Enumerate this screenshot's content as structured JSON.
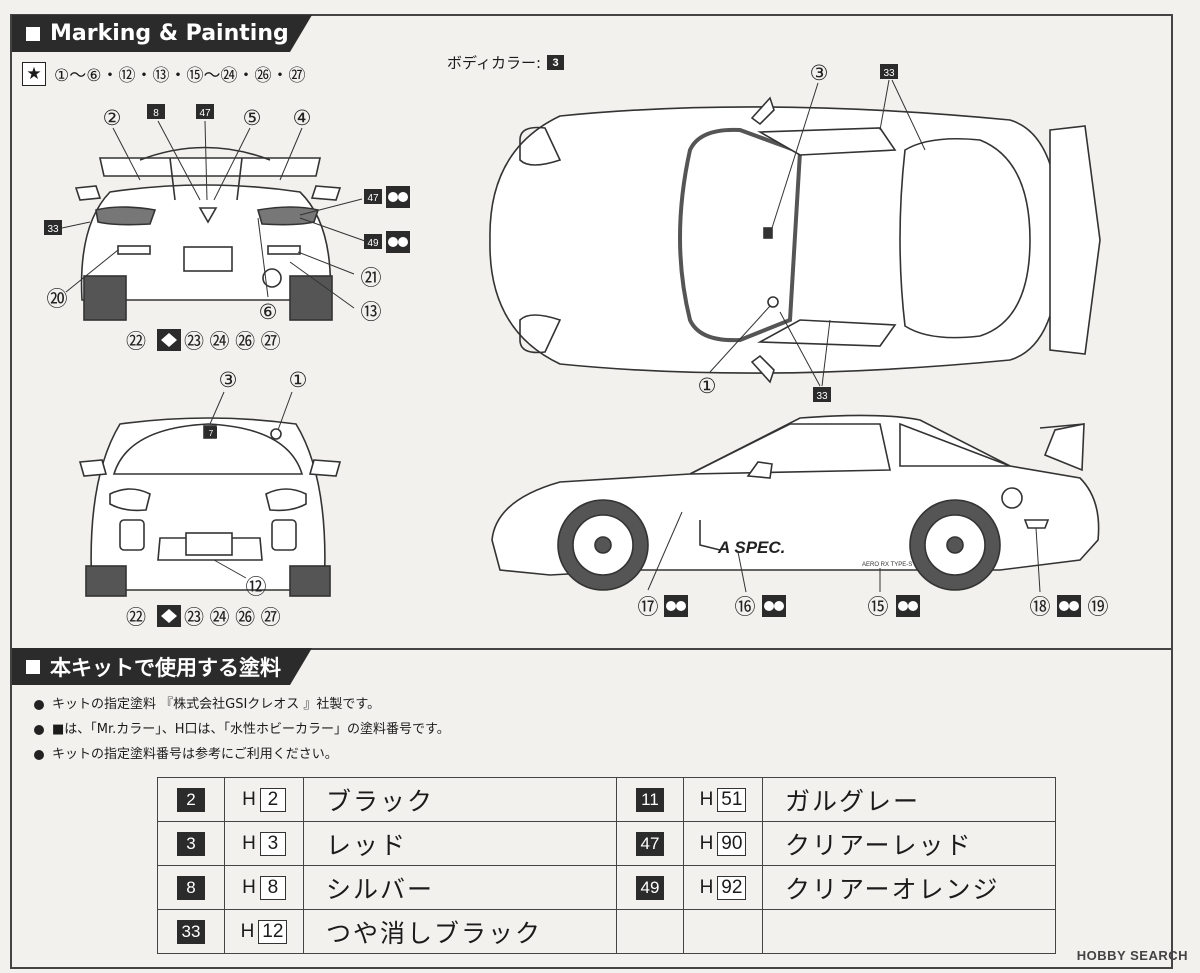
{
  "section_marking": {
    "title": "Marking & Painting"
  },
  "decals_used": "①～⑥・⑫・⑬・⑮～㉔・㉖・㉗",
  "body_color": {
    "label": "ボディカラー:",
    "paint": "3"
  },
  "rear_view": {
    "callouts": [
      "②",
      "⑤",
      "④",
      "⑳",
      "㉑",
      "⑥",
      "⑬"
    ],
    "paint_refs": [
      "8",
      "47",
      "33",
      "47",
      "49"
    ],
    "sequence": [
      "㉒",
      "㉓",
      "㉔",
      "㉖",
      "㉗"
    ]
  },
  "front_view": {
    "callouts": [
      "③",
      "①",
      "⑫"
    ],
    "paint_ref": "7",
    "sequence": [
      "㉒",
      "㉓",
      "㉔",
      "㉖",
      "㉗"
    ]
  },
  "top_view": {
    "callouts": [
      "③",
      "①"
    ],
    "paint_refs": [
      "33",
      "33"
    ]
  },
  "side_view": {
    "callouts": [
      "⑰",
      "⑯",
      "⑮",
      "⑱",
      "⑲"
    ],
    "door_text": "A SPEC.",
    "skirt_text": "AERO RX TYPE-S"
  },
  "section_paint": {
    "title": "本キットで使用する塗料"
  },
  "notes": [
    "キットの指定塗料 『株式会社GSIクレオス 』社製です。",
    "■は、「Mr.カラー」、H口は、「水性ホビーカラー」の塗料番号です。",
    "キットの指定塗料番号は参考にご利用ください。"
  ],
  "paint_table": [
    {
      "left": {
        "code": "2",
        "h": "2",
        "name": "ブラック"
      },
      "right": {
        "code": "11",
        "h": "51",
        "name": "ガルグレー"
      }
    },
    {
      "left": {
        "code": "3",
        "h": "3",
        "name": "レッド"
      },
      "right": {
        "code": "47",
        "h": "90",
        "name": "クリアーレッド"
      }
    },
    {
      "left": {
        "code": "8",
        "h": "8",
        "name": "シルバー"
      },
      "right": {
        "code": "49",
        "h": "92",
        "name": "クリアーオレンジ"
      }
    },
    {
      "left": {
        "code": "33",
        "h": "12",
        "name": "つや消しブラック"
      },
      "right": {
        "code": "",
        "h": "",
        "name": ""
      }
    }
  ],
  "h_prefix": "H",
  "watermark": "HOBBY SEARCH"
}
